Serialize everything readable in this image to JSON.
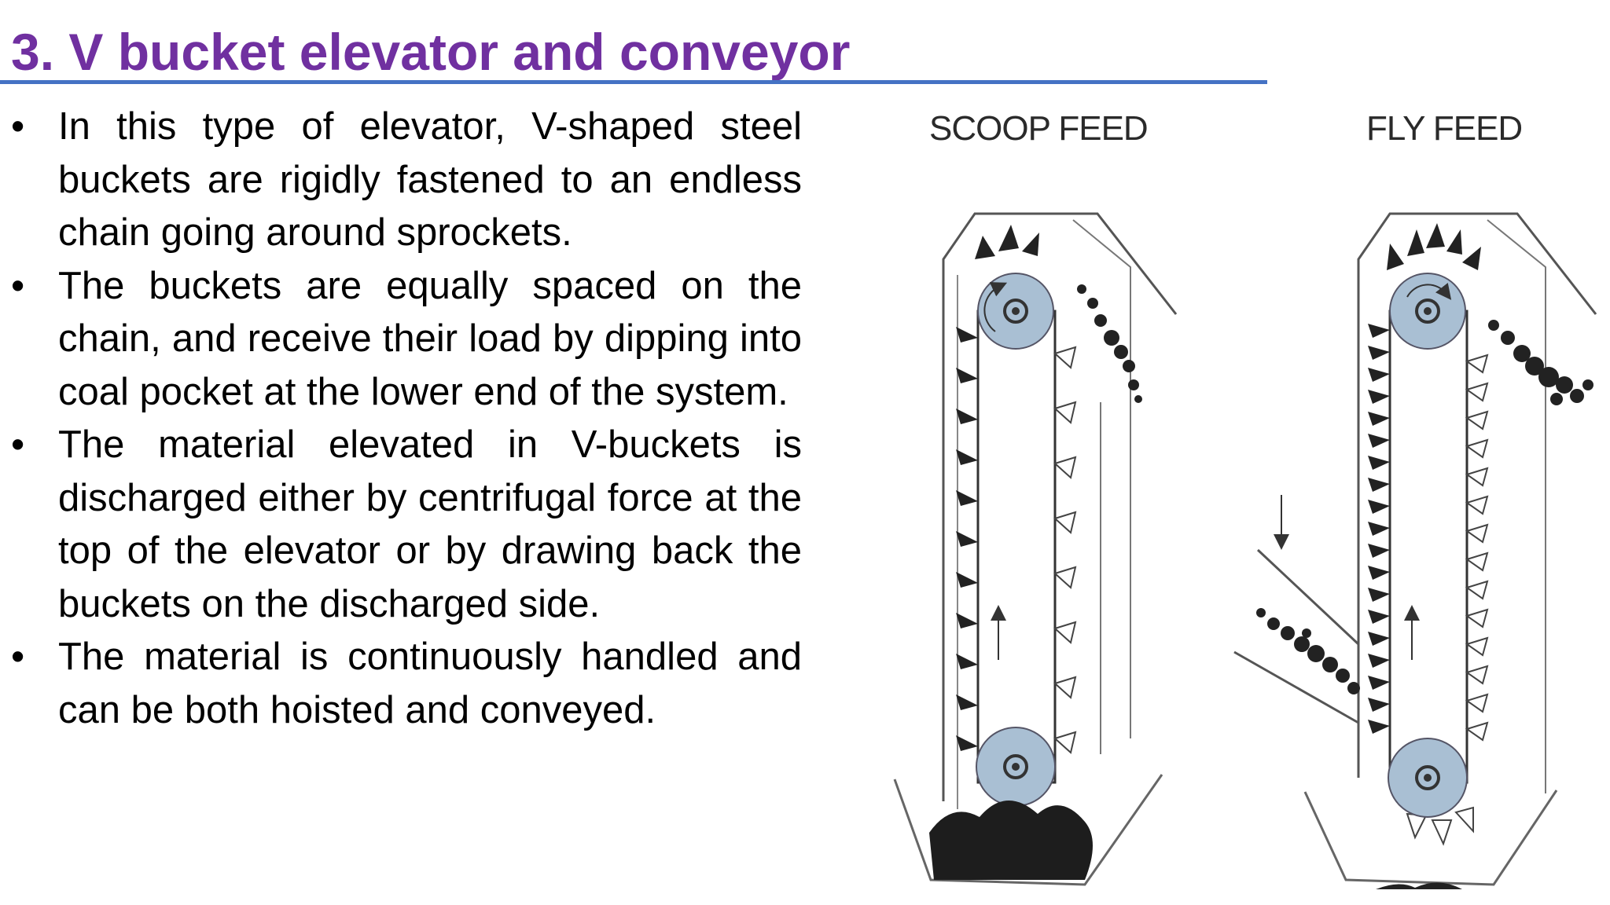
{
  "slide": {
    "title": "3. V bucket elevator and conveyor",
    "bullets": [
      {
        "marker": "•",
        "text": "In this type of elevator, V-shaped steel buckets are rigidly fastened to an endless chain going around sprockets."
      },
      {
        "marker": "•",
        "text": "The buckets are equally spaced on the chain, and receive their load by dipping into coal pocket at the lower end of the system."
      },
      {
        "marker": "•",
        "text": "The material elevated in V-buckets is discharged either by centrifugal force at the top of the elevator or by drawing back the buckets on the discharged side."
      },
      {
        "marker": "•",
        "text": "The material is continuously handled and can be both hoisted and conveyed."
      }
    ]
  },
  "figure": {
    "scoop_label": "SCOOP FEED",
    "fly_label": "FLY FEED"
  },
  "colors": {
    "title": "#7030a0",
    "rule": "#4472c4",
    "sprocket": "#a9bfd3"
  }
}
